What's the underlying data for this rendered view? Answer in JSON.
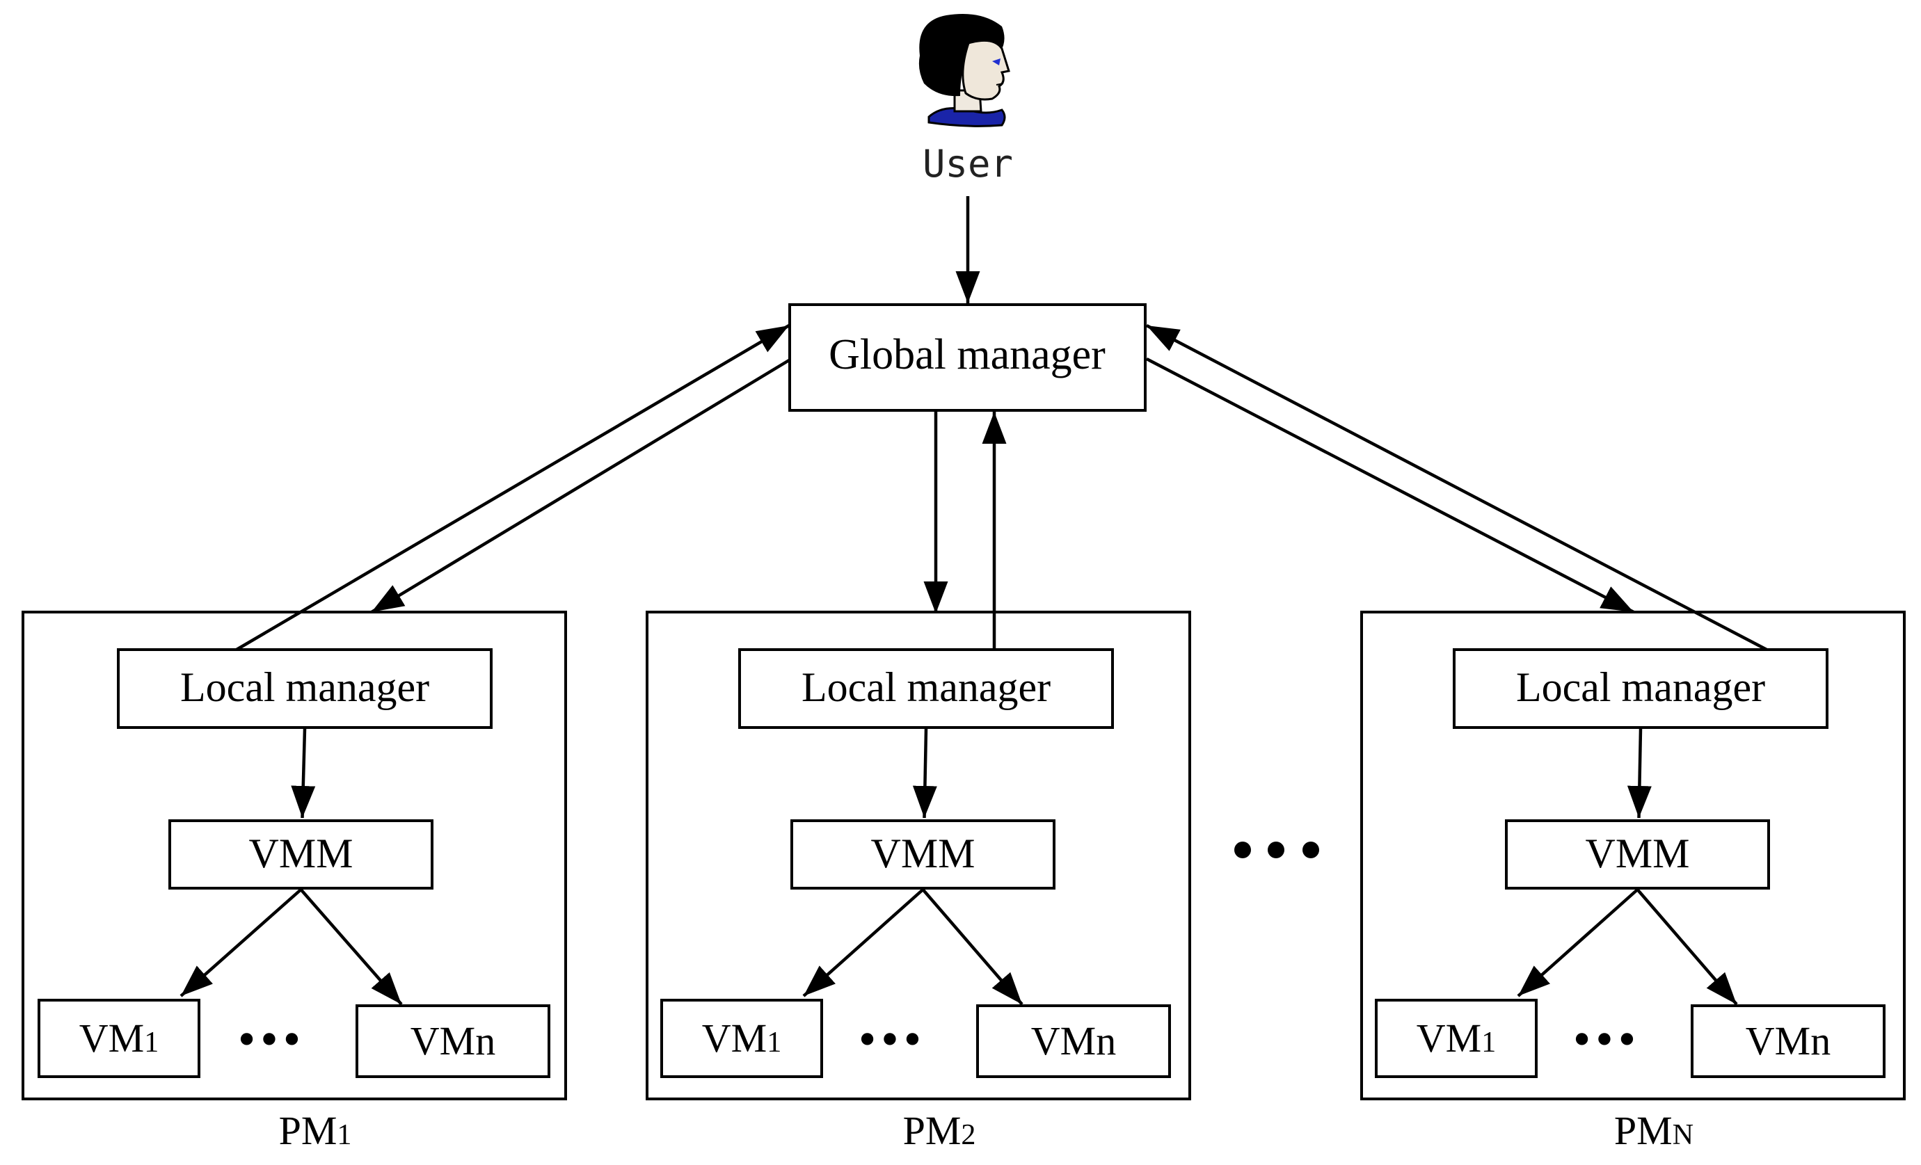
{
  "user": {
    "label": "User"
  },
  "global_manager": {
    "label": "Global manager"
  },
  "pm_separator": "•••",
  "physical_machines": [
    {
      "name": "PM",
      "sub": "1",
      "local_manager": "Local manager",
      "vmm": "VMM",
      "vm_first": {
        "name": "VM",
        "sub": "1"
      },
      "vm_dots": "•••",
      "vm_last": "VMn"
    },
    {
      "name": "PM",
      "sub": "2",
      "local_manager": "Local manager",
      "vmm": "VMM",
      "vm_first": {
        "name": "VM",
        "sub": "1"
      },
      "vm_dots": "•••",
      "vm_last": "VMn"
    },
    {
      "name": "PM",
      "sub": "N",
      "local_manager": "Local manager",
      "vmm": "VMM",
      "vm_first": {
        "name": "VM",
        "sub": "1"
      },
      "vm_dots": "•••",
      "vm_last": "VMn"
    }
  ]
}
